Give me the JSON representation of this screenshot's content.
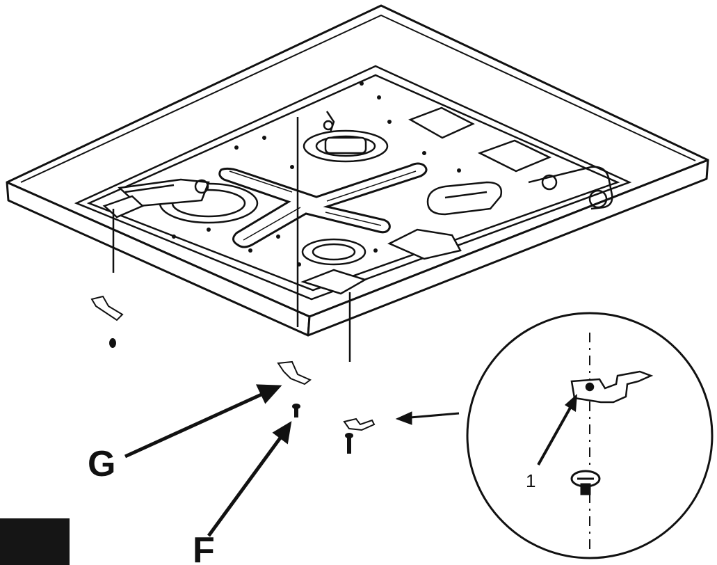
{
  "labels": {
    "g": "G",
    "f": "F",
    "one": "1"
  },
  "colors": {
    "line": "#111111",
    "panel_face": "#ffffff",
    "black_box": "#151515"
  }
}
